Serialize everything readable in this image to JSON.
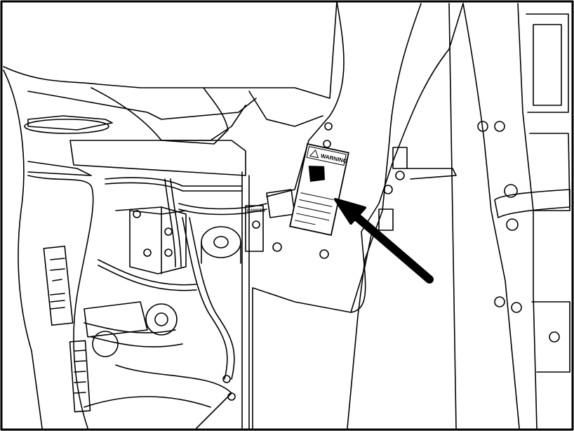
{
  "illustration": {
    "colors": {
      "ink": "#000000",
      "paper": "#ffffff"
    },
    "labels": {
      "warning_decal_title": "WARNING",
      "danger_decal_title": "DANGER"
    },
    "callout": {
      "kind": "arrow",
      "points_to": "warning-decal"
    }
  }
}
